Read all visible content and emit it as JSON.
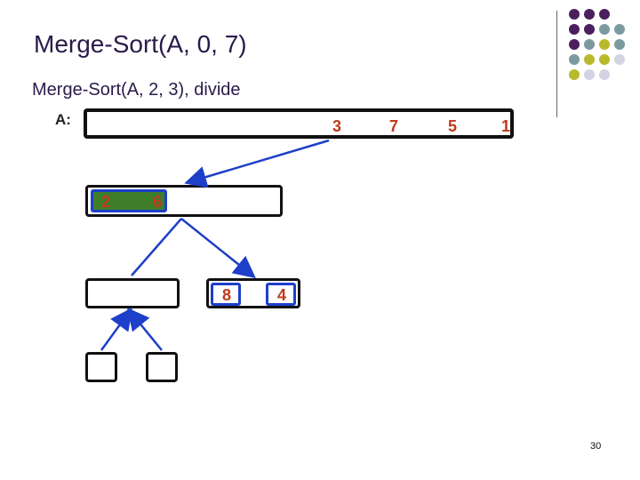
{
  "slide": {
    "title": "Merge-Sort(A, 0, 7)",
    "subtitle": "Merge-Sort(A, 2, 3), divide",
    "array_label": "A:",
    "page_number": "30"
  },
  "top_array": {
    "values": [
      "3",
      "7",
      "5",
      "1"
    ]
  },
  "left_node": {
    "values": [
      "2",
      "6"
    ]
  },
  "right_child": {
    "values": [
      "8",
      "4"
    ]
  },
  "colors": {
    "arrow": "#1d3fc9",
    "number": "#c0391b",
    "highlight_fill": "#3e7d2a",
    "dot_purple": "#4b1f5e",
    "dot_teal": "#7b9aa0",
    "dot_olive": "#b9b92e",
    "dot_lavender": "#d3d3e3"
  }
}
